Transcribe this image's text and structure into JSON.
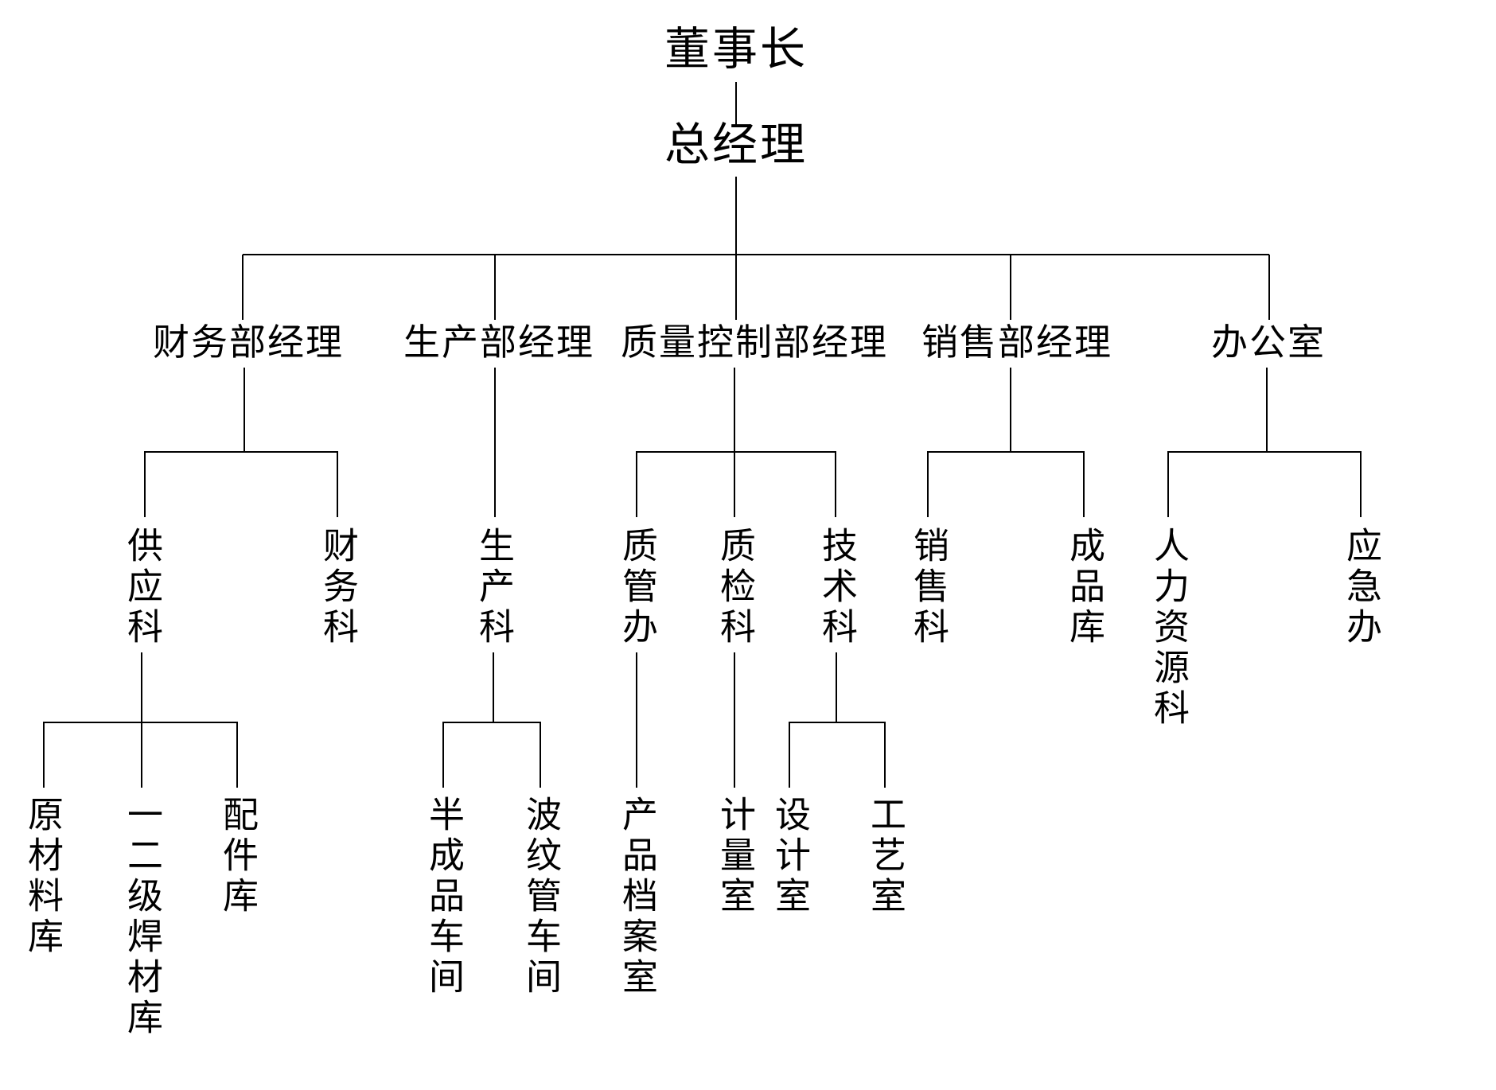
{
  "diagram": {
    "type": "org-chart",
    "root_label": "董事长",
    "levels": 5
  },
  "nodes": [
    {
      "id": "chairman",
      "label": "董事长",
      "parent": null
    },
    {
      "id": "general-manager",
      "label": "总经理",
      "parent": "chairman"
    },
    {
      "id": "finance-dept-manager",
      "label": "财务部经理",
      "parent": "general-manager"
    },
    {
      "id": "production-dept-manager",
      "label": "生产部经理",
      "parent": "general-manager"
    },
    {
      "id": "qc-dept-manager",
      "label": "质量控制部经理",
      "parent": "general-manager"
    },
    {
      "id": "sales-dept-manager",
      "label": "销售部经理",
      "parent": "general-manager"
    },
    {
      "id": "office",
      "label": "办公室",
      "parent": "general-manager"
    },
    {
      "id": "supply-section",
      "label": "供应科",
      "parent": "finance-dept-manager"
    },
    {
      "id": "finance-section",
      "label": "财务科",
      "parent": "finance-dept-manager"
    },
    {
      "id": "production-section",
      "label": "生产科",
      "parent": "production-dept-manager"
    },
    {
      "id": "quality-mgmt-office",
      "label": "质管办",
      "parent": "qc-dept-manager"
    },
    {
      "id": "quality-inspection-section",
      "label": "质检科",
      "parent": "qc-dept-manager"
    },
    {
      "id": "technology-section",
      "label": "技术科",
      "parent": "qc-dept-manager"
    },
    {
      "id": "sales-section",
      "label": "销售科",
      "parent": "sales-dept-manager"
    },
    {
      "id": "finished-goods-warehouse",
      "label": "成品库",
      "parent": "sales-dept-manager"
    },
    {
      "id": "hr-section",
      "label": "人力资源科",
      "parent": "office"
    },
    {
      "id": "emergency-office",
      "label": "应急办",
      "parent": "office"
    },
    {
      "id": "raw-materials-warehouse",
      "label": "原材料库",
      "parent": "supply-section"
    },
    {
      "id": "grade-1-2-welding-warehouse",
      "label": "一二级焊材库",
      "parent": "supply-section"
    },
    {
      "id": "parts-warehouse",
      "label": "配件库",
      "parent": "supply-section"
    },
    {
      "id": "semi-finished-workshop",
      "label": "半成品车间",
      "parent": "production-section"
    },
    {
      "id": "bellows-workshop",
      "label": "波纹管车间",
      "parent": "production-section"
    },
    {
      "id": "product-archives-room",
      "label": "产品档案室",
      "parent": "quality-mgmt-office"
    },
    {
      "id": "metrology-room",
      "label": "计量室",
      "parent": "quality-inspection-section"
    },
    {
      "id": "design-room",
      "label": "设计室",
      "parent": "technology-section"
    },
    {
      "id": "process-room",
      "label": "工艺室",
      "parent": "technology-section"
    }
  ],
  "style": {
    "line_color": "#000000",
    "text_color": "#000000",
    "background_color": "#ffffff"
  }
}
